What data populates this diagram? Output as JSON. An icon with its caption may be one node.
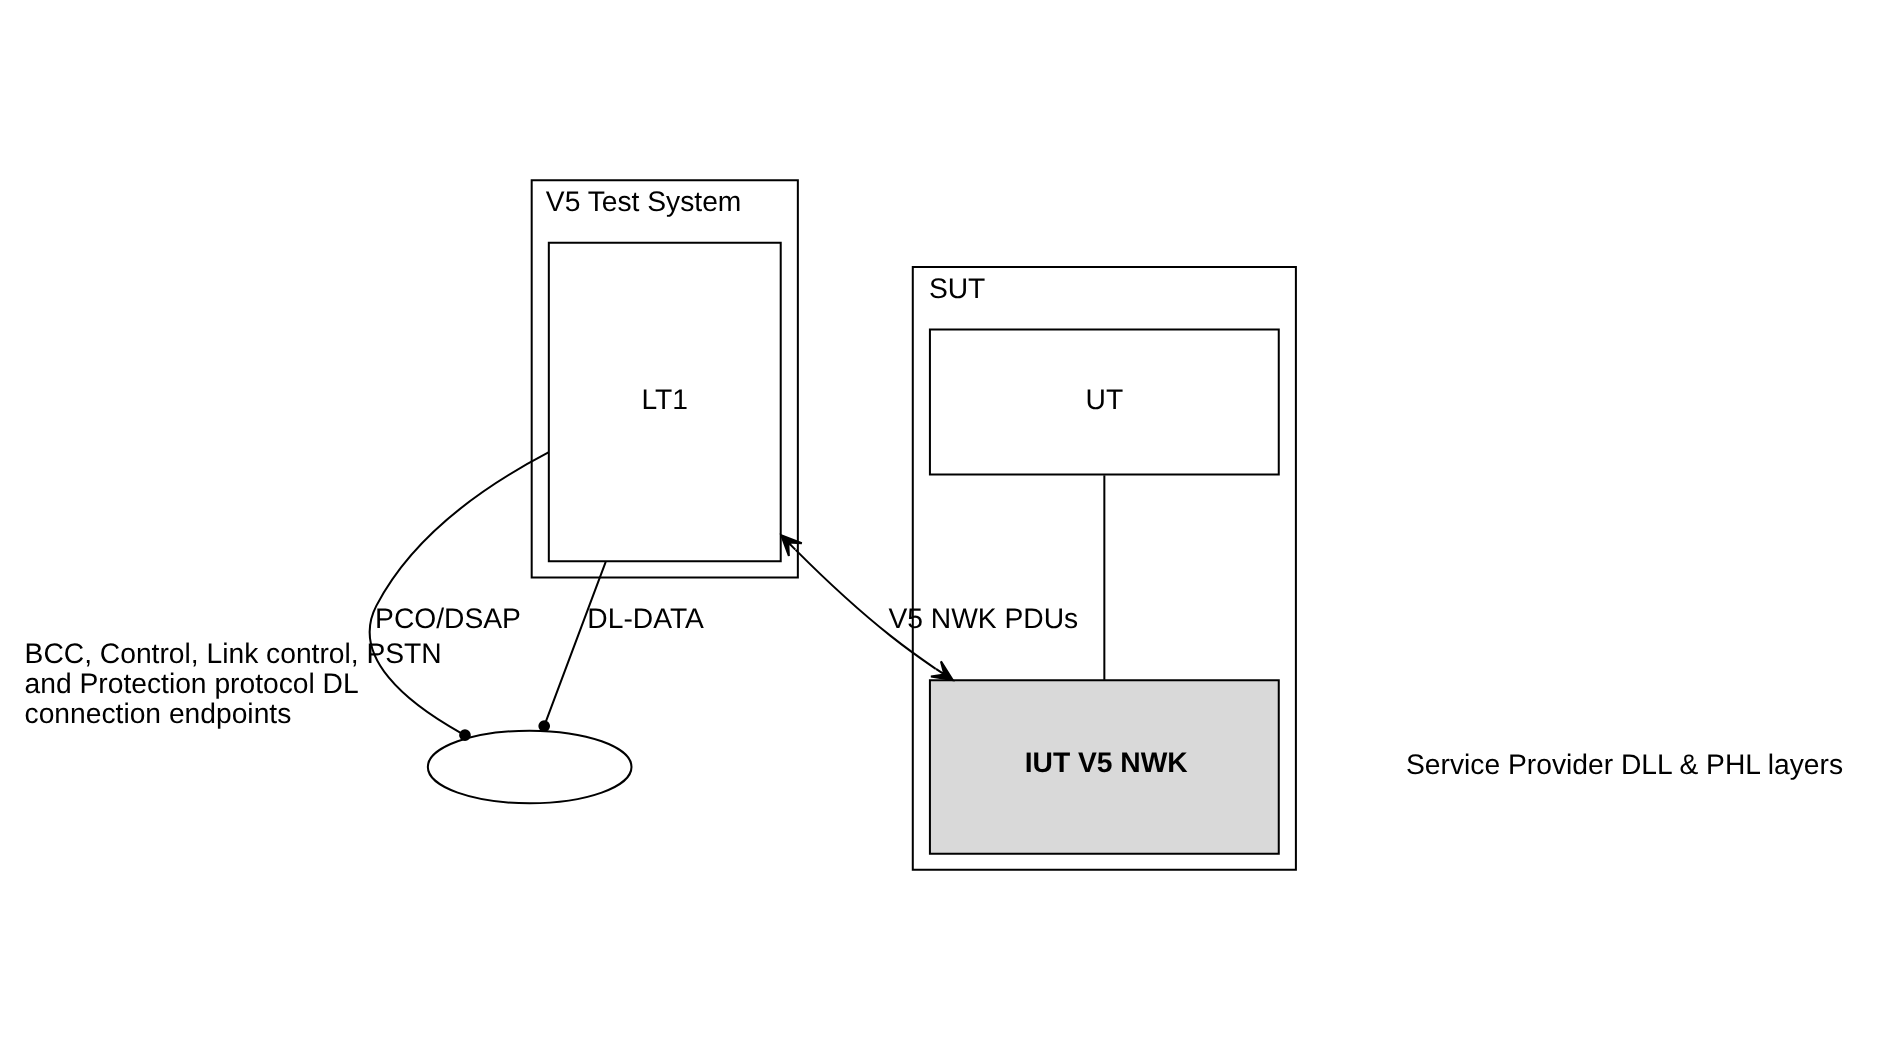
{
  "diagram": {
    "nodes": [
      {
        "text": [
          "V5 Test System"
        ]
      },
      {
        "text": [
          "LT1"
        ],
        "in": 0
      },
      {
        "text": [
          "SUT"
        ]
      },
      {
        "text": [
          "UT"
        ],
        "in": 2
      },
      {
        "text": [
          "IUT V5 NWK"
        ],
        "in": 2
      },
      {
        "text": [],
        "shape": "ellipse",
        "beside": [
          "BCC, Control, Link control, PSTN and Protection protocol DL connection endpoints"
        ]
      },
      {
        "text": [
          "Service Provider DLL & PHL layers"
        ]
      }
    ],
    "edges": [
      {
        "from": 1,
        "to": 4,
        "arrow": "both",
        "label": "V5 NWK PDUs"
      },
      {
        "from": 3,
        "to": 4,
        "arrow": "none"
      },
      {
        "from": 1,
        "to": 5,
        "arrow": "other",
        "label": "PCO/DSAP"
      },
      {
        "from": 1,
        "to": 5,
        "arrow": "other",
        "label": "DL-DATA"
      }
    ]
  }
}
